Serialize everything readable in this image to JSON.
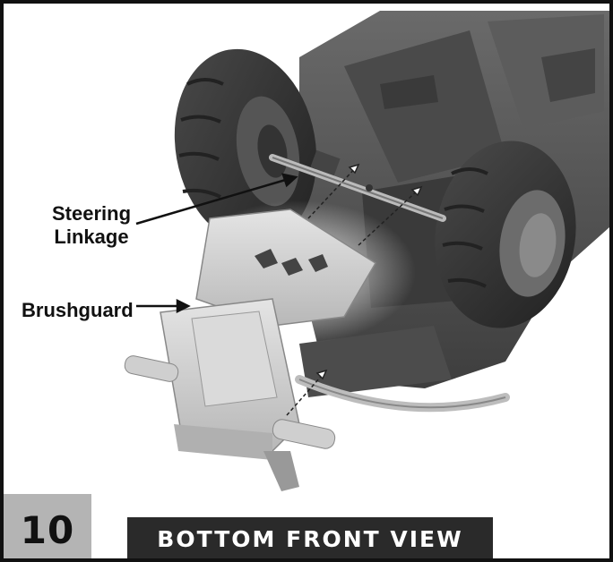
{
  "labels": {
    "steering_line1": "Steering",
    "steering_line2": "Linkage",
    "brushguard": "Brushguard"
  },
  "step_number": "10",
  "view_title": "BOTTOM FRONT VIEW",
  "colors": {
    "frame": "#111111",
    "step_box": "#b4b4b4",
    "banner": "#2a2a2a",
    "tire": "#3a3a3a",
    "body": "#555555",
    "brushguard": "#d0d0d0"
  }
}
